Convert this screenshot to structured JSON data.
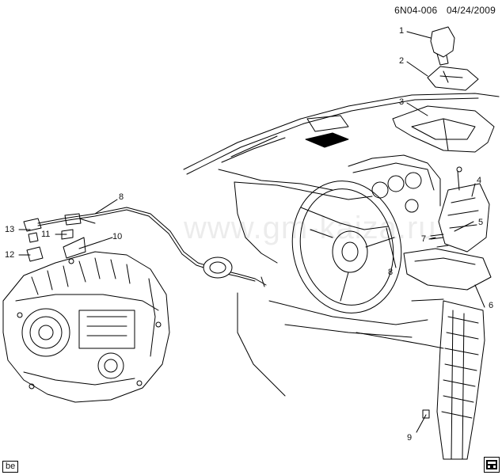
{
  "header": {
    "code": "6N04-006",
    "date": "04/24/2009"
  },
  "callouts": [
    "1",
    "2",
    "3",
    "4",
    "5",
    "6",
    "7",
    "8",
    "8",
    "9",
    "10",
    "11",
    "12",
    "13"
  ],
  "watermark": "www.gm-kaiza.ru",
  "footer_tag": "be",
  "colors": {
    "line": "#000000",
    "fill": "#ffffff",
    "shade": "#e6e6e6"
  }
}
